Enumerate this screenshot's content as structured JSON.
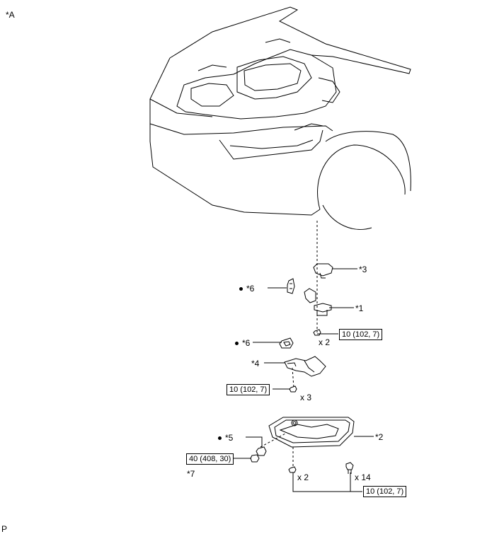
{
  "view_label": "*A",
  "corner_code": "P",
  "callouts": {
    "c1": "*1",
    "c2": "*2",
    "c3": "*3",
    "c4": "*4",
    "c5": "*5",
    "c6a": "*6",
    "c6b": "*6",
    "c7": "*7"
  },
  "torques": {
    "t1": "10 (102, 7)",
    "t2": "10 (102, 7)",
    "t3": "10 (102, 7)",
    "t4": "40 (408, 30)"
  },
  "quantities": {
    "q1": "x 2",
    "q2": "x 3",
    "q3": "x 2",
    "q4": "x 14"
  }
}
